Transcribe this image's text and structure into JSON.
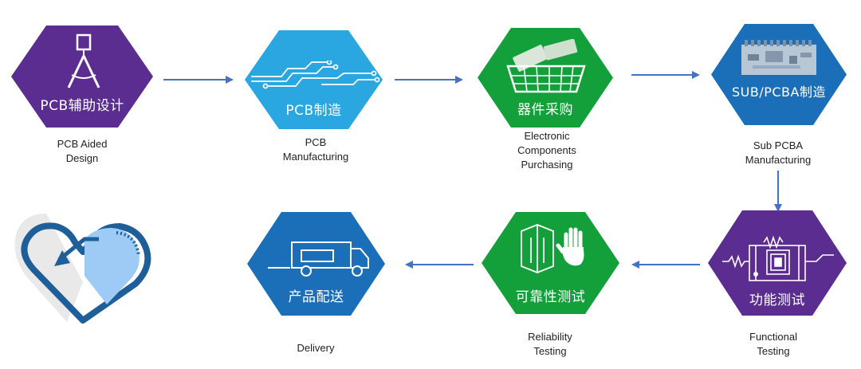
{
  "colors": {
    "purple": "#5b2d91",
    "light_blue": "#2aa6e1",
    "green": "#13a03a",
    "blue": "#1a6fb8",
    "arrow": "#4472c4",
    "heart_blue": "#1f5f99",
    "heart_fill": "#9ecbf5"
  },
  "steps": [
    {
      "hex_label": "PCB辅助设计",
      "caption": [
        "PCB Aided",
        "Design"
      ],
      "icon": "compass-icon"
    },
    {
      "hex_label": "PCB制造",
      "caption": [
        "PCB",
        "Manufacturing"
      ],
      "icon": "circuit-traces-icon"
    },
    {
      "hex_label": "器件采购",
      "caption": [
        "Electronic",
        "Components",
        "Purchasing"
      ],
      "icon": "basket-icon"
    },
    {
      "hex_label": "SUB/PCBA制造",
      "caption": [
        "Sub PCBA",
        "Manufacturing"
      ],
      "icon": "pcb-board-icon"
    },
    {
      "hex_label": "功能测试",
      "caption": [
        "Functional",
        "Testing"
      ],
      "icon": "chip-test-icon"
    },
    {
      "hex_label": "可靠性测试",
      "caption": [
        "Reliability",
        "Testing"
      ],
      "icon": "hand-test-icon"
    },
    {
      "hex_label": "产品配送",
      "caption": [
        "Delivery"
      ],
      "icon": "truck-icon"
    }
  ],
  "end_icon": "heart-return-icon"
}
